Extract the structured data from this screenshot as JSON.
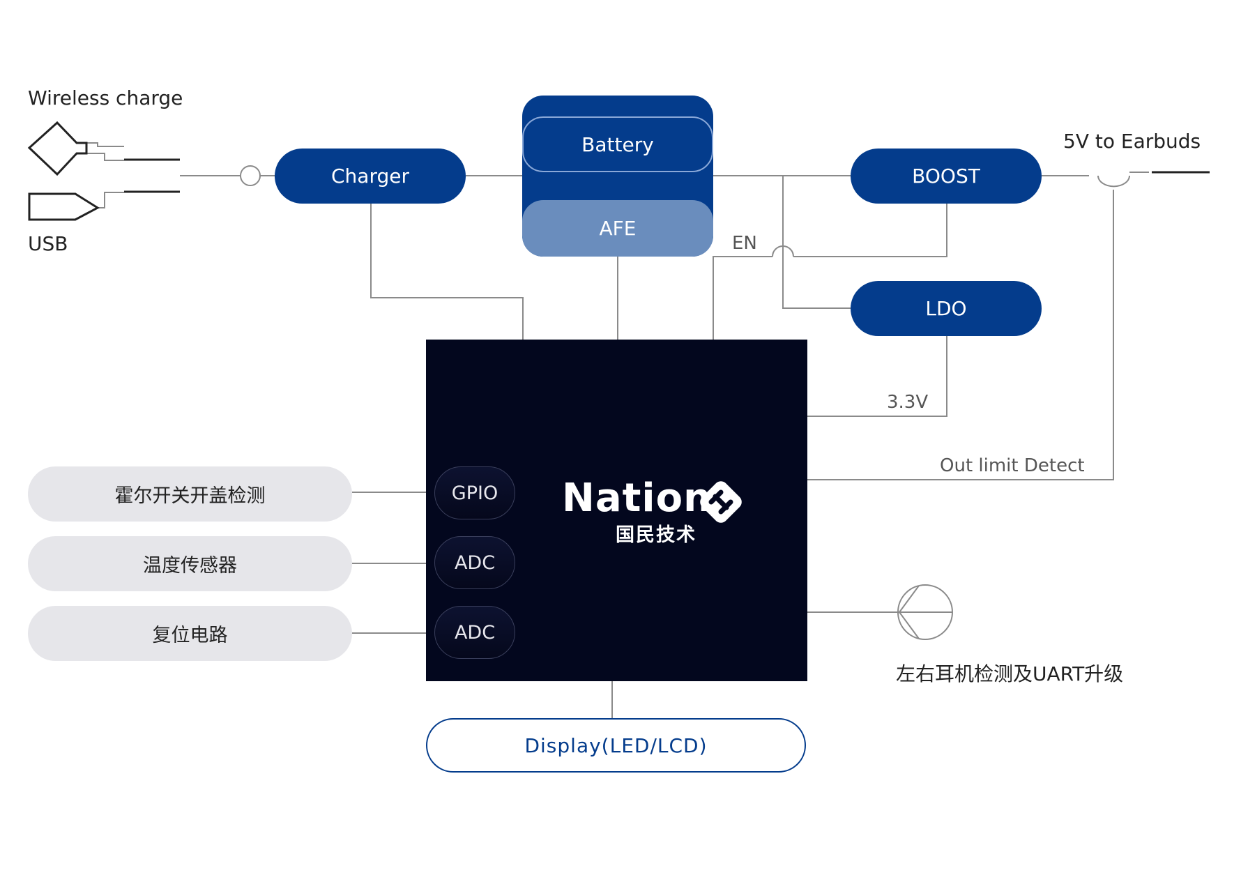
{
  "labels": {
    "wireless_charge": "Wireless charge",
    "usb": "USB",
    "five_v": "5V to Earbuds",
    "en": "EN",
    "v33": "3.3V",
    "out_limit": "Out limit Detect",
    "earbud_detect": "左右耳机检测及UART升级"
  },
  "blocks": {
    "charger": "Charger",
    "battery": "Battery",
    "afe": "AFE",
    "boost": "BOOST",
    "ldo": "LDO",
    "display": "Display(LED/LCD)"
  },
  "mcu": {
    "logo_text": "Nation",
    "logo_cn": "国民技术",
    "ports": [
      "GPIO",
      "ADC",
      "ADC"
    ]
  },
  "peripherals": [
    "霍尔开关开盖检测",
    "温度传感器",
    "复位电路"
  ],
  "colors": {
    "primary_blue": "#043c8c",
    "afe_blue": "#6a8dbd",
    "mcu_bg": "#03071e",
    "peripheral_bg": "#e6e6ea",
    "wire": "#8a8a8a"
  }
}
